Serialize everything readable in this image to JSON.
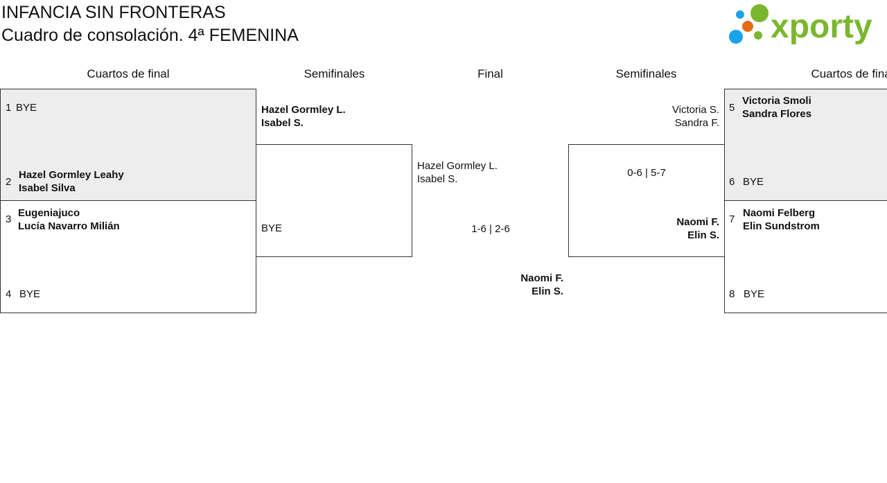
{
  "header": {
    "title": "INFANCIA SIN FRONTERAS",
    "subtitle": "Cuadro de consolación. 4ª FEMENINA",
    "logo_text": "xporty",
    "logo_colors": {
      "green": "#7ab72e",
      "blue": "#1aa3e8",
      "orange": "#e36b16"
    }
  },
  "columns": {
    "left_quarters": "Cuartos de final",
    "left_semis": "Semifinales",
    "final": "Final",
    "right_semis": "Semifinales",
    "right_quarters": "Cuartos de final"
  },
  "left_quarters": [
    {
      "seed": "1",
      "p1": "BYE",
      "p2": ""
    },
    {
      "seed": "2",
      "p1": "Hazel Gormley Leahy",
      "p2": "Isabel Silva"
    },
    {
      "seed": "3",
      "p1": "Eugeniajuco",
      "p2": "Lucía Navarro Milián"
    },
    {
      "seed": "4",
      "p1": "BYE",
      "p2": ""
    }
  ],
  "right_quarters": [
    {
      "seed": "5",
      "p1": "Victoria Smoli",
      "p2": "Sandra Flores"
    },
    {
      "seed": "6",
      "p1": "BYE",
      "p2": ""
    },
    {
      "seed": "7",
      "p1": "Naomi Felberg",
      "p2": "Elin Sundstrom"
    },
    {
      "seed": "8",
      "p1": "BYE",
      "p2": ""
    }
  ],
  "left_semis": {
    "top_p1": "Hazel Gormley L.",
    "top_p2": "Isabel S.",
    "bottom": "BYE"
  },
  "right_semis": {
    "top_p1": "Victoria S.",
    "top_p2": "Sandra F.",
    "score": "0-6 | 5-7",
    "bottom_p1": "Naomi F.",
    "bottom_p2": "Elin S."
  },
  "final": {
    "left_p1": "Hazel Gormley L.",
    "left_p2": "Isabel S.",
    "score": "1-6 | 2-6",
    "winner_p1": "Naomi F.",
    "winner_p2": "Elin S."
  }
}
